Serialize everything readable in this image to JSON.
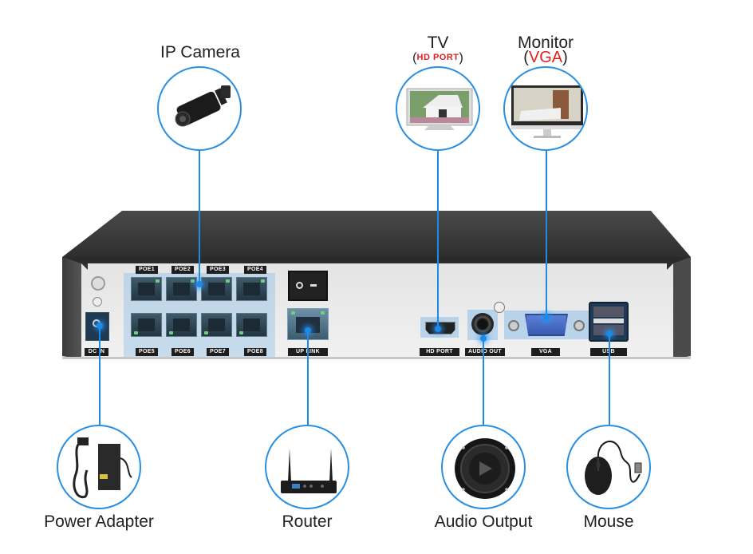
{
  "title": "NVR rear panel connection diagram",
  "colors": {
    "connector_line": "#1a8be6",
    "circle_border": "#2a8fe0",
    "highlight_red": "#e02020",
    "panel_body": "#3a3a3a",
    "panel_face": "#e9e9e9"
  },
  "devices": {
    "ip_camera": {
      "label": "IP Camera",
      "icon": "camera-icon"
    },
    "tv": {
      "label": "TV",
      "sublabel_open": "(",
      "sublabel": "HD PORT",
      "sublabel_close": ")",
      "icon": "tv-icon"
    },
    "monitor": {
      "label": "Monitor",
      "sublabel_open": "(",
      "sublabel": "VGA",
      "sublabel_close": ")",
      "icon": "monitor-icon"
    },
    "power_adapter": {
      "label": "Power Adapter",
      "icon": "power-adapter-icon"
    },
    "router": {
      "label": "Router",
      "icon": "router-icon"
    },
    "audio_output": {
      "label": "Audio Output",
      "icon": "speaker-icon"
    },
    "mouse": {
      "label": "Mouse",
      "icon": "mouse-icon"
    }
  },
  "ports": {
    "poe_top": [
      "POE1",
      "POE2",
      "POE3",
      "POE4"
    ],
    "poe_bottom": [
      "POE5",
      "POE6",
      "POE7",
      "POE8"
    ],
    "dc_in": "DC IN",
    "uplink": "UP LINK",
    "hd_port": "HD PORT",
    "audio_out": "AUDIO OUT",
    "vga": "VGA",
    "usb": "USB"
  }
}
